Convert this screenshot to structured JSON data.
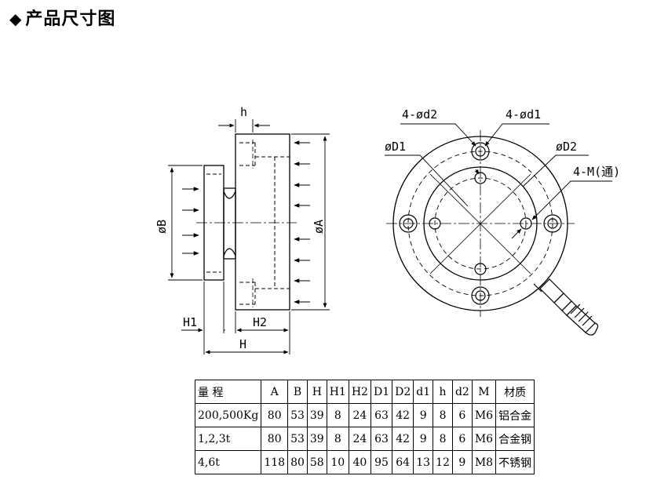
{
  "header": {
    "bullet": "◆",
    "title": "产品尺寸图"
  },
  "drawing": {
    "side_view_labels": {
      "h": "h",
      "diameter_b": "øB",
      "diameter_a": "øA",
      "h1": "H1",
      "h2": "H2",
      "total_h": "H"
    },
    "front_view_labels": {
      "holes_d2": "4-ød2",
      "holes_d1": "4-ød1",
      "diameter_d1": "øD1",
      "diameter_d2": "øD2",
      "thread": "4-M(通)"
    }
  },
  "table": {
    "headers": [
      "量 程",
      "A",
      "B",
      "H",
      "H1",
      "H2",
      "D1",
      "D2",
      "d1",
      "h",
      "d2",
      "M",
      "材质"
    ],
    "rows": [
      [
        "200,500Kg",
        "80",
        "53",
        "39",
        "8",
        "24",
        "63",
        "42",
        "9",
        "8",
        "6",
        "M6",
        "铝合金"
      ],
      [
        "1,2,3t",
        "80",
        "53",
        "39",
        "8",
        "24",
        "63",
        "42",
        "9",
        "8",
        "6",
        "M6",
        "合金钢"
      ],
      [
        "4,6t",
        "118",
        "80",
        "58",
        "10",
        "40",
        "95",
        "64",
        "13",
        "12",
        "9",
        "M8",
        "不锈钢"
      ]
    ]
  }
}
